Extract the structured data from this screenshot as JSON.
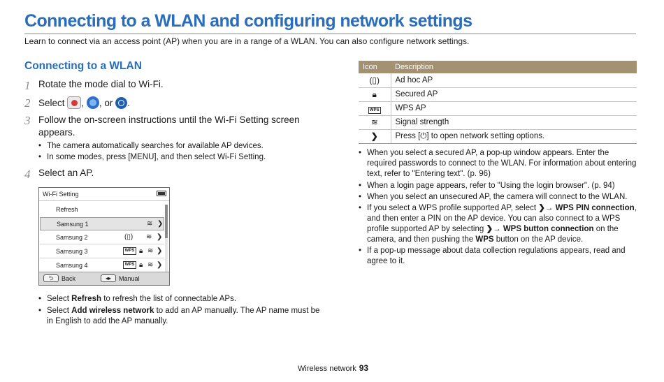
{
  "title": "Connecting to a WLAN and configuring network settings",
  "intro": "Learn to connect via an access point (AP) when you are in a range of a WLAN. You can also configure network settings.",
  "section_title": "Connecting to a WLAN",
  "steps": [
    {
      "num": "1",
      "text": "Rotate the mode dial to Wi-Fi."
    },
    {
      "num": "2",
      "text_a": "Select",
      "sep1": ",",
      "sep2": ", or",
      "end": "."
    },
    {
      "num": "3",
      "line1": "Follow the on-screen instructions until the Wi-Fi Setting screen",
      "line2": "appears."
    },
    {
      "num": "4",
      "text": "Select an AP."
    }
  ],
  "step3_subs": [
    "The camera automatically searches for available AP devices.",
    "In some modes, press [MENU], and then select Wi-Fi Setting."
  ],
  "camera_screen": {
    "title": "Wi-Fi Setting",
    "rows": [
      "Refresh",
      "Samsung 1",
      "Samsung 2",
      "Samsung 3",
      "Samsung 4"
    ],
    "back_label": "Back",
    "manual_label": "Manual",
    "wps_text": "WPS"
  },
  "left_bullets": {
    "b1_pre": "Select ",
    "b1_bold": "Refresh",
    "b1_post": " to refresh the list of connectable APs.",
    "b2_pre": "Select ",
    "b2_bold": "Add wireless network",
    "b2_post": " to add an AP manually. The AP name must be",
    "b2_line2": "in English to add the AP manually."
  },
  "table": {
    "headers": [
      "Icon",
      "Description"
    ],
    "rows": [
      {
        "icon": "ad-hoc-icon",
        "desc": "Ad hoc AP"
      },
      {
        "icon": "lock-icon",
        "desc": "Secured AP"
      },
      {
        "icon": "wps-icon",
        "desc": "WPS AP"
      },
      {
        "icon": "wifi-signal-icon",
        "desc": "Signal strength"
      },
      {
        "icon": "chevron-right-icon",
        "desc": "Press [⏻] to open network setting options."
      }
    ]
  },
  "right_bullets": {
    "r1": "When you select a secured AP, a pop-up window appears. Enter the required passwords to connect to the WLAN. For information about entering text, refer to \"Entering text\". (p. 96)",
    "r2": "When a login page appears, refer to \"Using the login browser\". (p. 94)",
    "r3": "When you select an unsecured AP, the camera will connect to the WLAN.",
    "r4_a": "If you select a WPS profile supported AP, select ",
    "r4_arrow": "→",
    "r4_b1": "WPS PIN connection",
    "r4_c": ", and then enter a PIN on the AP device. You can also connect to a WPS profile supported AP by selecting ",
    "r4_b2": "WPS button connection",
    "r4_d": " on the camera, and then pushing the ",
    "r4_b3": "WPS",
    "r4_e": " button on the AP device.",
    "r5": "If a pop-up message about data collection regulations appears, read and agree to it."
  },
  "footer": {
    "section": "Wireless network",
    "page": "93"
  }
}
